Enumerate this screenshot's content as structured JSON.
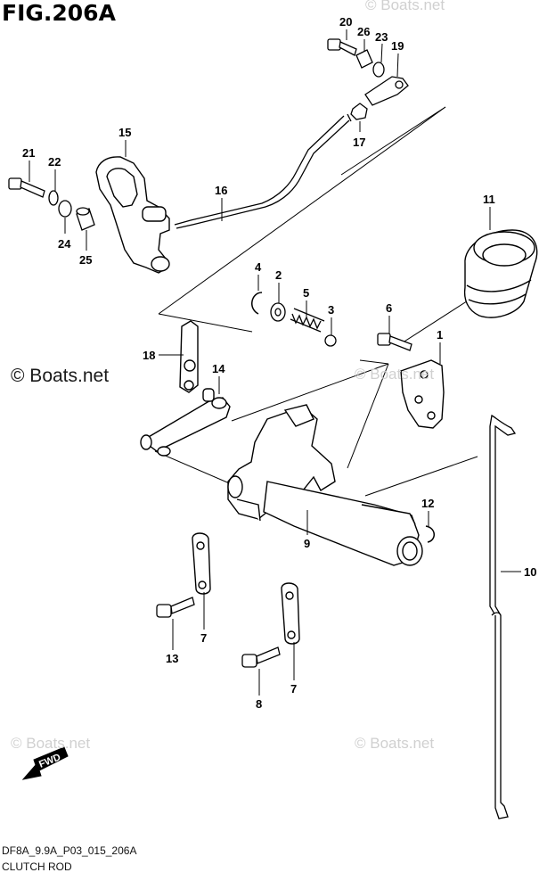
{
  "header": {
    "figure_label": "FIG.206A"
  },
  "footer": {
    "code": "DF8A_9.9A_P03_015_206A",
    "name": "CLUTCH ROD"
  },
  "watermarks": {
    "main": "© Boats.net",
    "faint": "© Boats.net"
  },
  "fwd_arrow": {
    "label": "FWD"
  },
  "callouts": [
    "20",
    "26",
    "23",
    "19",
    "17",
    "15",
    "21",
    "22",
    "16",
    "24",
    "25",
    "11",
    "4",
    "2",
    "5",
    "3",
    "6",
    "1",
    "18",
    "14",
    "12",
    "9",
    "10",
    "7",
    "13",
    "8",
    "7"
  ]
}
